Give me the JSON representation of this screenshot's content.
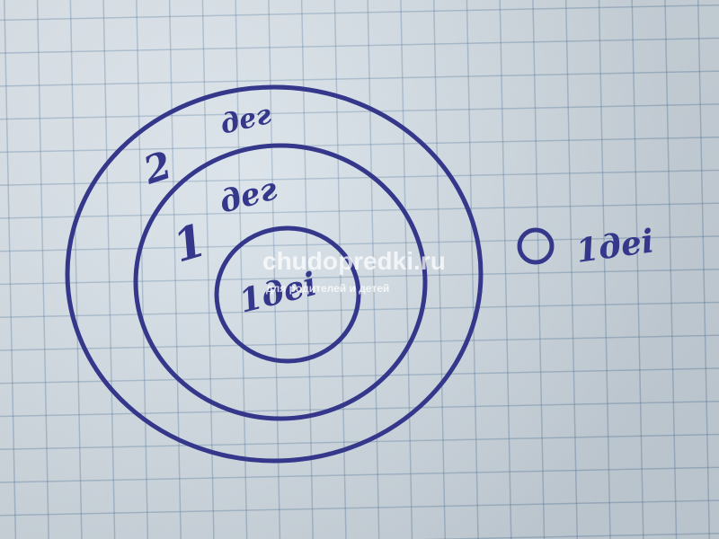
{
  "labels": {
    "outer_ring": {
      "number": "2",
      "text": "дег"
    },
    "middle_ring": {
      "number": "1",
      "text": "дег"
    },
    "inner_ring": {
      "text": "1деі"
    },
    "side_note": {
      "text": "1деі"
    }
  },
  "watermark": {
    "site": "chudopredki.ru",
    "tagline": "для родителей и детей"
  },
  "colors": {
    "paper": "#d3dde5",
    "grid": "#486e96",
    "ink": "#34378a"
  }
}
